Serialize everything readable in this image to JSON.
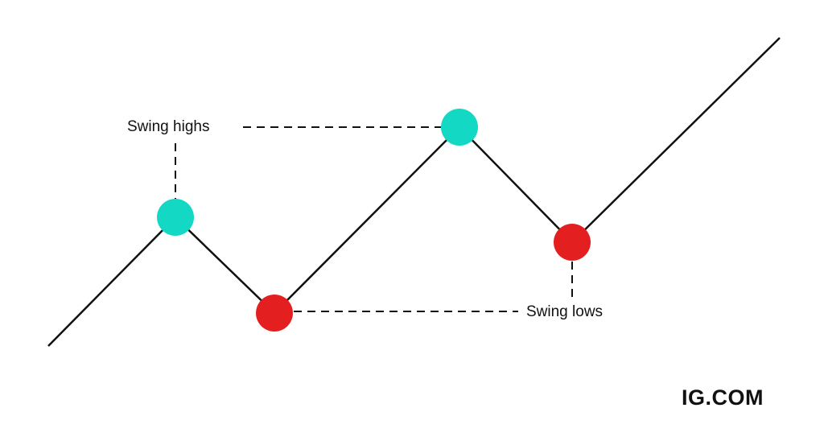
{
  "diagram": {
    "labels": {
      "swing_highs": "Swing highs",
      "swing_lows": "Swing lows"
    },
    "colors": {
      "line": "#111111",
      "swing_high": "#12d8c4",
      "swing_low": "#e41f1f",
      "connector": "#111111"
    },
    "points": [
      {
        "kind": "swing-high"
      },
      {
        "kind": "swing-low"
      },
      {
        "kind": "swing-high"
      },
      {
        "kind": "swing-low"
      }
    ]
  },
  "brand": {
    "logo_text": "IG.COM"
  }
}
